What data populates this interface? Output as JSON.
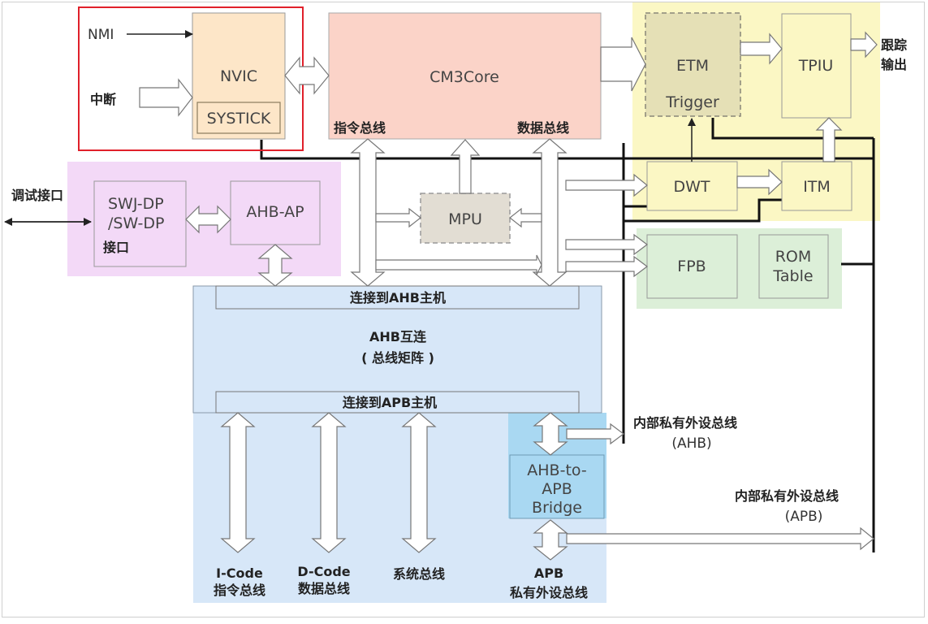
{
  "nodes": {
    "nmi": "NMI",
    "interrupt": "中断",
    "nvic": "NVIC",
    "systick": "SYSTICK",
    "cm3core": "CM3Core",
    "instr_bus": "指令总线",
    "data_bus": "数据总线",
    "etm": "ETM",
    "trigger": "Trigger",
    "tpiu": "TPIU",
    "trace_out_1": "跟踪",
    "trace_out_2": "输出",
    "debug_port": "调试接口",
    "swj_dp_1": "SWJ-DP",
    "swj_dp_2": "/SW-DP",
    "swj_dp_3": "接口",
    "ahb_ap": "AHB-AP",
    "mpu": "MPU",
    "dwt": "DWT",
    "itm": "ITM",
    "fpb": "FPB",
    "rom_table_1": "ROM",
    "rom_table_2": "Table",
    "conn_ahb_master": "连接到AHB主机",
    "ahb_interconnect_1": "AHB互连",
    "ahb_interconnect_2": "( 总线矩阵 )",
    "conn_apb_master": "连接到APB主机",
    "ppb_ahb_1": "内部私有外设总线",
    "ppb_ahb_2": "(AHB)",
    "bridge_1": "AHB-to-",
    "bridge_2": "APB",
    "bridge_3": "Bridge",
    "ppb_apb_1": "内部私有外设总线",
    "ppb_apb_2": "(APB)",
    "icode_1": "I-Code",
    "icode_2": "指令总线",
    "dcode_1": "D-Code",
    "dcode_2": "数据总线",
    "sys_bus": "系统总线",
    "apb_1": "APB",
    "apb_2": "私有外设总线"
  },
  "colors": {
    "nvic_fill": "#fde6c8",
    "core_fill": "#fbd3c8",
    "trace_region": "#fbf7c4",
    "debug_region": "#f3d9f7",
    "fpb_region": "#dcefd8",
    "bus_region": "#d7e7f8",
    "bridge_region": "#a9d8f2",
    "mpu_fill": "#e2ddd3",
    "highlight": "#e0202a"
  }
}
